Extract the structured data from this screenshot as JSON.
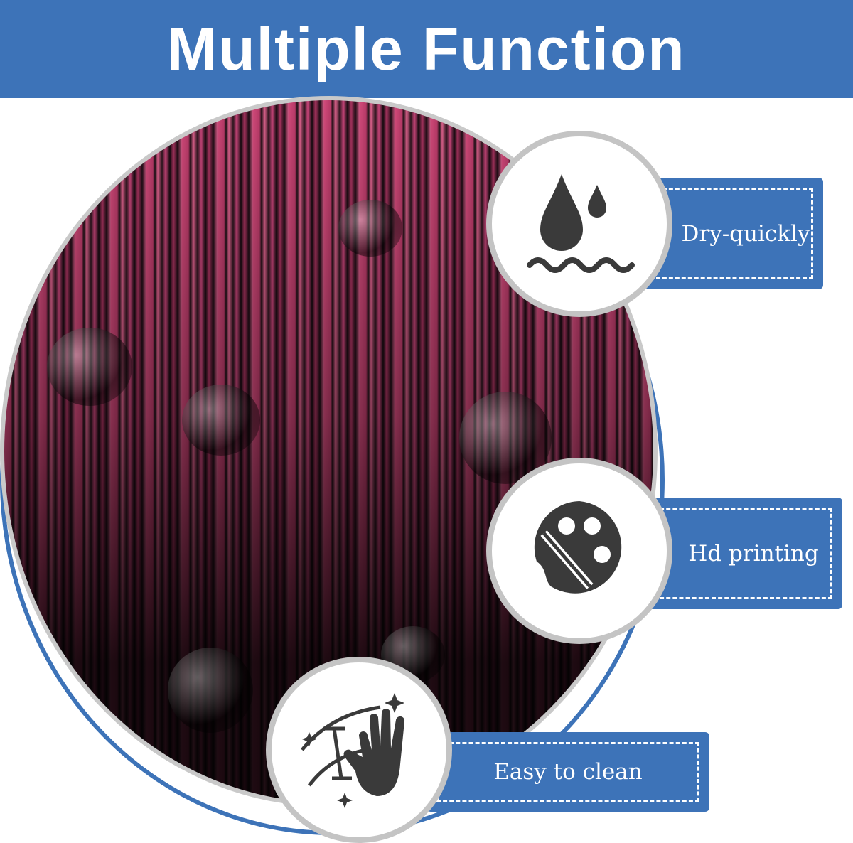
{
  "header": {
    "title": "Multiple Function"
  },
  "features": [
    {
      "icon": "water-drop-icon",
      "label": "Dry-quickly"
    },
    {
      "icon": "paint-palette-icon",
      "label": "Hd printing"
    },
    {
      "icon": "wipe-clean-hand-icon",
      "label": "Easy to clean"
    }
  ],
  "colors": {
    "brand_blue": "#3d73b8",
    "icon_gray": "#3a3a3a"
  }
}
